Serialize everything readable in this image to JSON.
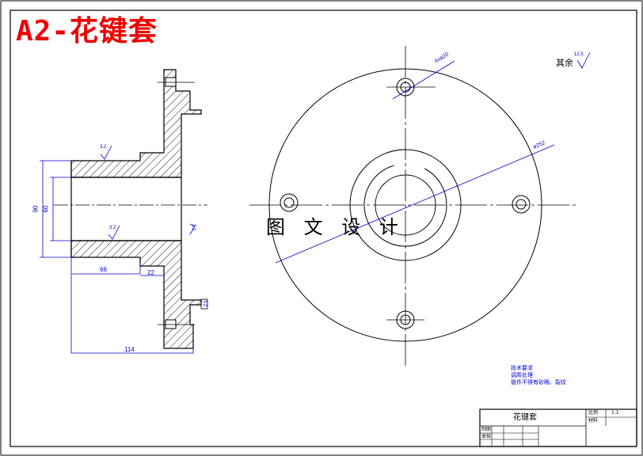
{
  "title": "A2-花键套",
  "watermark": "图 文 设 计",
  "dimensions": {
    "d90": "90",
    "d60": "60",
    "d66": "66",
    "d22": "22",
    "d114": "114",
    "holes": "4xø20",
    "pcd": "ø252",
    "ra_other": "其余",
    "ra_other_val": "12.5",
    "ra_1": "3.2",
    "ra_2": "3.2",
    "ra_3": "3.2",
    "ra_4": "3.2"
  },
  "tech_requirements": [
    "技术要求",
    "调质处理",
    "锻件不得有砂眼、裂纹"
  ],
  "title_block": {
    "part_name": "花键套",
    "scale_label": "比例",
    "scale_value": "1:1",
    "material_label": "材料",
    "drawn_label": "制图",
    "checked_label": "审核"
  },
  "colors": {
    "title": "#ee0000",
    "dimension": "#0000cc",
    "outline": "#000000"
  }
}
